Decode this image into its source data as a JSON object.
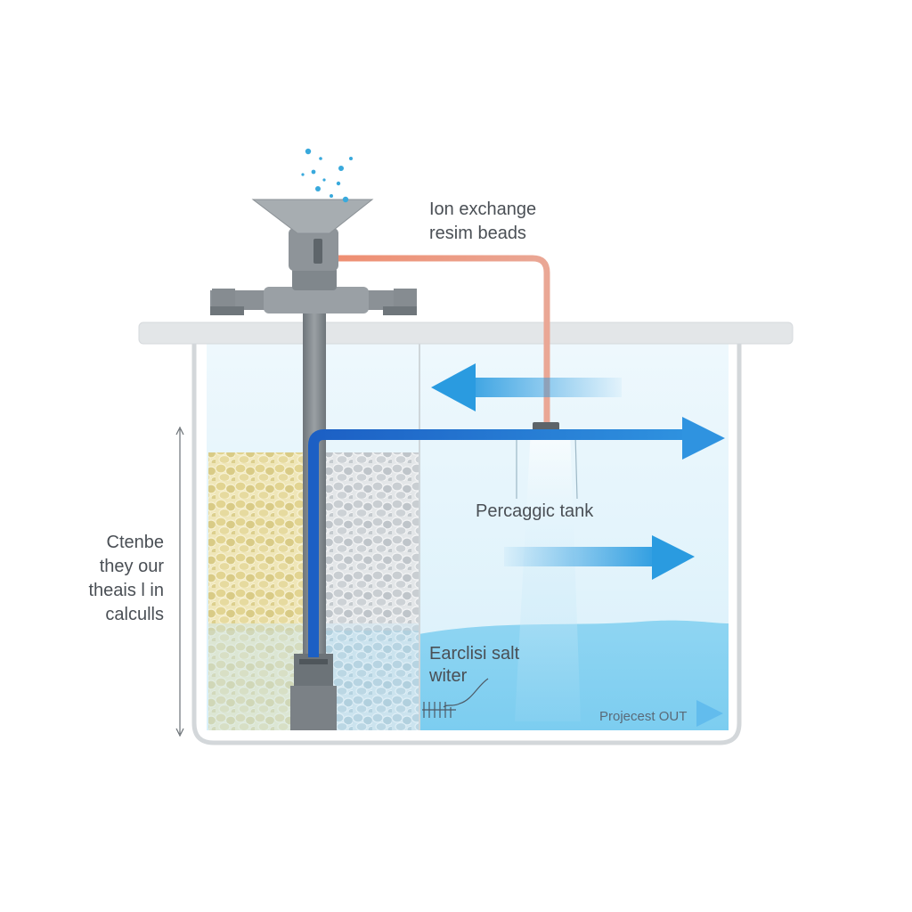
{
  "labels": {
    "top": [
      "Ion exchange",
      "resim beads"
    ],
    "tank": "Percaggic tank",
    "left": [
      "Ctenbe",
      "they our",
      "theais l in",
      "calculls"
    ],
    "water": [
      "Earclisi salt",
      "witer"
    ],
    "out": "Projecest OUT"
  },
  "colors": {
    "tank_outline": "#cfd3d6",
    "water_light": "#e4f3fb",
    "water_deep": "#8fd5f2",
    "pipe_blue": "#1f6fd0",
    "pipe_orange": "#ec9a82",
    "pipe_gray": "#7d8489",
    "resin_yellow": "#ede3b0",
    "resin_gray": "#dde0e3",
    "resin_blue": "#c6dbe6",
    "arrow_blue": "#2a9be0"
  },
  "icons": [
    "funnel-icon",
    "droplets-icon",
    "flow-arrow-icon",
    "valve-icon"
  ]
}
